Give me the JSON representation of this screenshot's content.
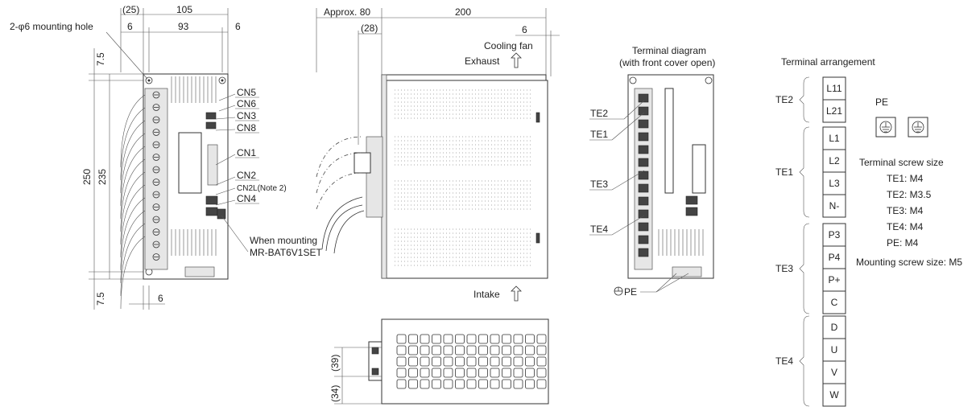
{
  "front_view": {
    "dims": {
      "left_offset": "(25)",
      "width": "105",
      "margin_left": "6",
      "hole_pitch": "93",
      "margin_right": "6",
      "top_margin": "7.5",
      "height": "250",
      "hole_height": "235",
      "bottom_margin": "7.5",
      "bottom_hole": "6"
    },
    "callouts": {
      "mounting_hole": "2-φ6 mounting hole",
      "cn5": "CN5",
      "cn6": "CN6",
      "cn3": "CN3",
      "cn8": "CN8",
      "cn1": "CN1",
      "cn2": "CN2",
      "cn2l": "CN2L(Note 2)",
      "cn4": "CN4",
      "battery_line1": "When mounting",
      "battery_line2": "MR-BAT6V1SET"
    }
  },
  "side_view": {
    "approx": "Approx. 80",
    "depth": "200",
    "offset28": "(28)",
    "fan_gap": "6",
    "cooling_fan": "Cooling fan",
    "exhaust": "Exhaust",
    "intake": "Intake",
    "dim39": "(39)",
    "dim34": "(34)"
  },
  "terminal_diagram": {
    "title_line1": "Terminal diagram",
    "title_line2": "(with front cover open)",
    "te2": "TE2",
    "te1": "TE1",
    "te3": "TE3",
    "te4": "TE4",
    "pe": "PE"
  },
  "arrangement": {
    "title": "Terminal arrangement",
    "groups": [
      {
        "label": "TE2",
        "terminals": [
          "L11",
          "L21"
        ]
      },
      {
        "label": "TE1",
        "terminals": [
          "L1",
          "L2",
          "L3",
          "N-"
        ]
      },
      {
        "label": "TE3",
        "terminals": [
          "P3",
          "P4",
          "P+",
          "C"
        ]
      },
      {
        "label": "TE4",
        "terminals": [
          "D",
          "U",
          "V",
          "W"
        ]
      }
    ],
    "pe_label": "PE",
    "screw_title": "Terminal screw size",
    "screw_lines": [
      "TE1: M4",
      "TE2: M3.5",
      "TE3: M4",
      "TE4: M4",
      "PE: M4"
    ],
    "mounting_screw": "Mounting screw size: M5"
  }
}
